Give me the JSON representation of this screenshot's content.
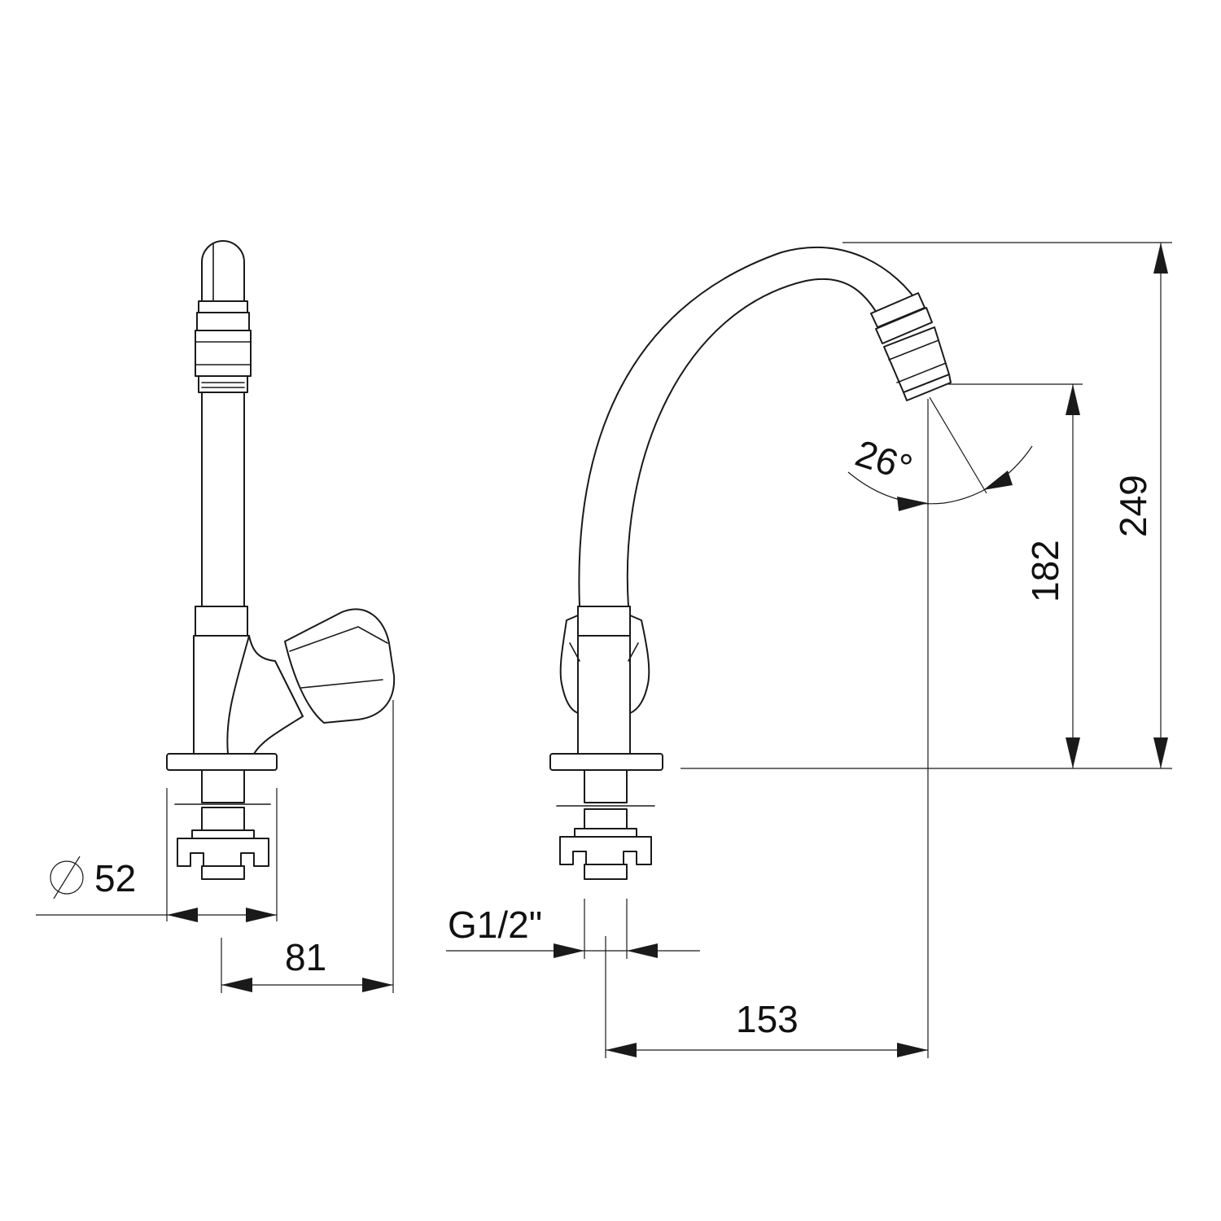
{
  "labels": {
    "diameter": "52",
    "depth": "81",
    "thread": "G1/2\"",
    "reach": "153",
    "outlet_height": "182",
    "total_height": "249",
    "angle": "26°"
  },
  "colors": {
    "line": "#1a1a1a",
    "background": "#ffffff"
  },
  "icons": {
    "diameter_symbol": "diameter-icon"
  }
}
